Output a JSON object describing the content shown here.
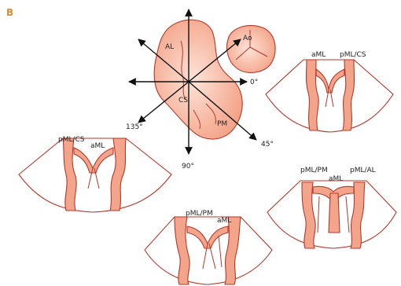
{
  "panel_label": "B",
  "center_view": {
    "labels": {
      "al": "AL",
      "ao": "Ao",
      "cs": "CS",
      "pm": "PM"
    },
    "angles": {
      "a0": "0°",
      "a45": "45°",
      "a90": "90°",
      "a135": "135°"
    }
  },
  "echo_views": {
    "top_right": {
      "label_left": "aML",
      "label_right": "pML/CS"
    },
    "left": {
      "label_left": "pML/CS",
      "label_right": "aML"
    },
    "bottom_center": {
      "label_left": "pML/PM",
      "label_right": "aML"
    },
    "bottom_right": {
      "label_left": "pML/PM",
      "label_mid": "aML",
      "label_right": "pML/AL"
    }
  },
  "colors": {
    "tissue": "#f2a58a",
    "outline": "#b5372b",
    "panel_letter": "#e08a2c"
  }
}
